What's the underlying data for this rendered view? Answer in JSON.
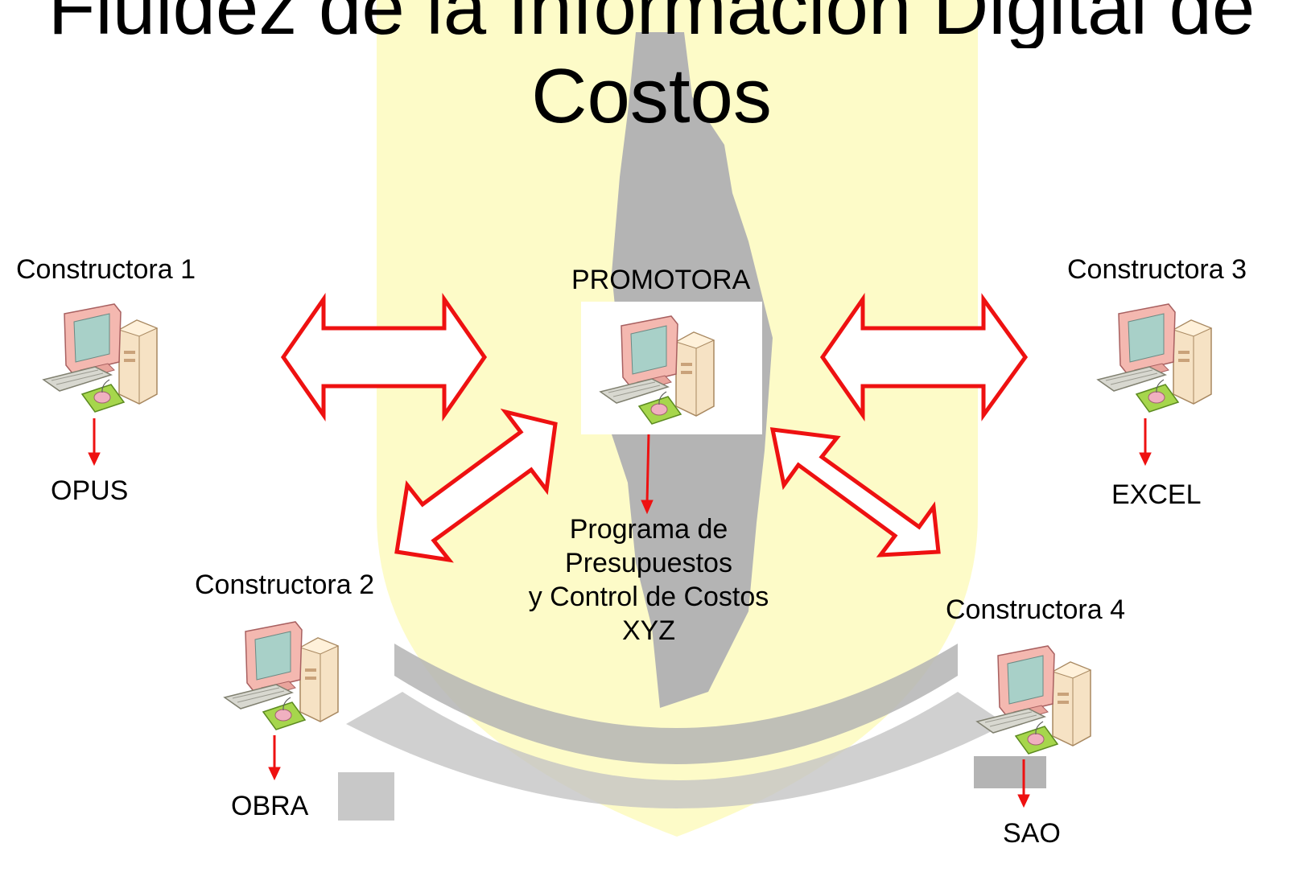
{
  "title": {
    "line1": "Fluidez de la Información Digital de",
    "line2": "Costos"
  },
  "promotora": {
    "label": "PROMOTORA",
    "software_lines": [
      "Programa de",
      "Presupuestos",
      "y Control de Costos",
      "XYZ"
    ]
  },
  "constructoras": [
    {
      "label": "Constructora 1",
      "software": "OPUS"
    },
    {
      "label": "Constructora 2",
      "software": "OBRA"
    },
    {
      "label": "Constructora 3",
      "software": "EXCEL"
    },
    {
      "label": "Constructora 4",
      "software": "SAO"
    }
  ],
  "colors": {
    "arrow": "#ee1111",
    "watermark_fill": "#fdfbc8",
    "watermark_gray": "#b4b4b4"
  },
  "icons": [
    "computer-icon"
  ]
}
